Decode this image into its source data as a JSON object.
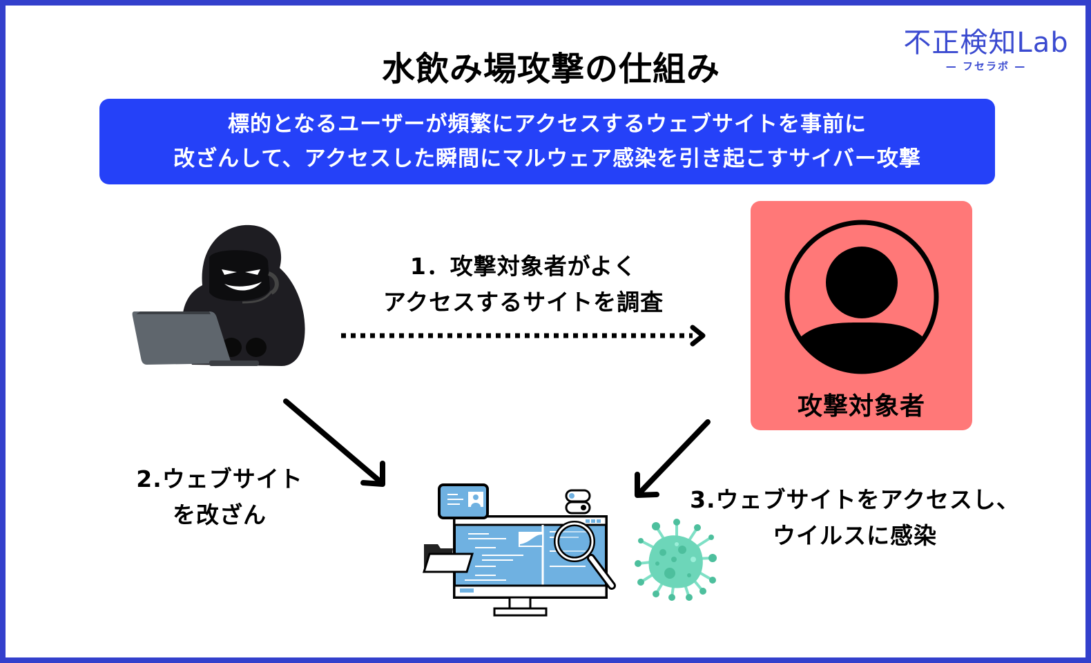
{
  "title": "水飲み場攻撃の仕組み",
  "logo": {
    "main": "不正検知Lab",
    "sub": "— フセラボ —"
  },
  "definition": {
    "line1": "標的となるユーザーが頻繁にアクセスするウェブサイトを事前に",
    "line2": "改ざんして、アクセスした瞬間にマルウェア感染を引き起こすサイバー攻撃"
  },
  "steps": {
    "step1": {
      "line1": "1．攻撃対象者がよく",
      "line2": "アクセスするサイトを調査"
    },
    "step2": {
      "line1": "2.ウェブサイト",
      "line2": "を改ざん"
    },
    "step3": {
      "line1": "3.ウェブサイトをアクセスし、",
      "line2": "ウイルスに感染"
    }
  },
  "target": {
    "label": "攻撃対象者"
  },
  "icons": {
    "attacker": "hooded-hacker-laptop-icon",
    "target": "user-avatar-icon",
    "website": "computer-website-search-icon",
    "virus": "virus-icon"
  },
  "colors": {
    "frame": "#3340cc",
    "banner": "#2541f8",
    "logo": "#3a4ad0",
    "target_card": "#ff7878",
    "virus": "#6dd6b9",
    "screen": "#6fb1e1"
  }
}
